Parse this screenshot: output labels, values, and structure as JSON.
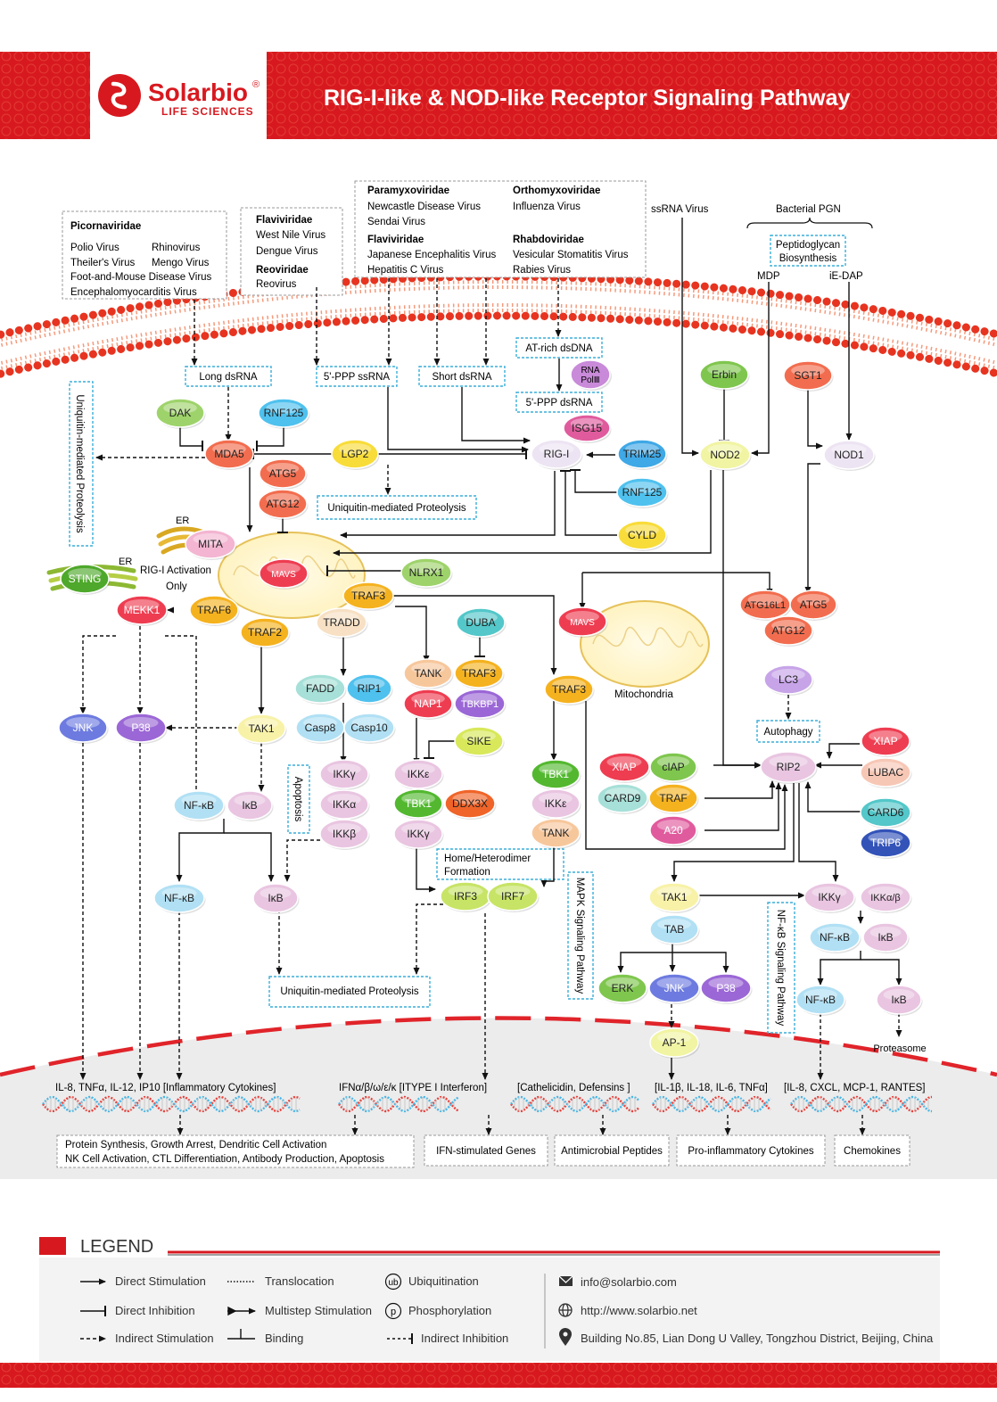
{
  "header": {
    "brand_name": "Solarbio",
    "brand_mark": "®",
    "brand_sub": "LIFE SCIENCES",
    "title": "RIG-I-like & NOD-like Receptor  Signaling Pathway"
  },
  "viruses": {
    "picorna": {
      "family": "Picornaviridae",
      "col1": [
        "Polio Virus",
        "Theiler's Virus"
      ],
      "col2": [
        "Rhinovirus",
        "Mengo Virus"
      ],
      "line3": "Foot-and-Mouse Disease Virus",
      "line4": "Encephalomyocarditis Virus"
    },
    "flavi_reo": {
      "family1": "Flaviviridae",
      "members1": [
        "West Nile Virus",
        "Dengue Virus"
      ],
      "family2": "Reoviridae",
      "members2": [
        "Reovirus"
      ]
    },
    "para_group": {
      "paramyxo": "Paramyxoviridae",
      "paramyxo_members": [
        "Newcastle Disease Virus",
        "Sendai Virus"
      ],
      "flavi": "Flaviviridae",
      "flavi_members": [
        "Japanese Encephalitis Virus",
        "Hepatitis C Virus"
      ],
      "orthomyxo": "Orthomyxoviridae",
      "orthomyxo_members": [
        "Influenza Virus"
      ],
      "rhabdo": "Rhabdoviridae",
      "rhabdo_members": [
        "Vesicular Stomatitis Virus",
        "Rabies Virus"
      ]
    },
    "ssrna": "ssRNA Virus",
    "bacterial_pgn": "Bacterial PGN",
    "pgn_biosynthesis": [
      "Peptidoglycan",
      "Biosynthesis"
    ],
    "mdp": "MDP",
    "iedap": "iE-DAP"
  },
  "ligands": {
    "long_dsrna": "Long dsRNA",
    "ppp_ssrna": "5'-PPP ssRNA",
    "short_dsrna": "Short dsRNA",
    "at_rich": "AT-rich dsDNA",
    "ppp_dsrna": "5'-PPP dsRNA"
  },
  "nodes": {
    "dak": "DAK",
    "rnf125a": "RNF125",
    "mda5": "MDA5",
    "lgp2": "LGP2",
    "rigi": "RIG-I",
    "isg15": "ISG15",
    "rnapol_1": "RNA",
    "rnapol_2": "PolⅢ",
    "trim25": "TRIM25",
    "rnf125b": "RNF125",
    "cyld": "CYLD",
    "atg5a": "ATG5",
    "atg12a": "ATG12",
    "mita": "MITA",
    "sting": "STING",
    "mavs1": "MAVS",
    "nlrx1": "NLRX1",
    "traf3a": "TRAF3",
    "traf6": "TRAF6",
    "mekk1": "MEKK1",
    "traf2": "TRAF2",
    "tradd": "TRADD",
    "fadd": "FADD",
    "rip1": "RIP1",
    "casp8": "Casp8",
    "casp10": "Casp10",
    "ikkg1": "IKKγ",
    "ikka": "IKKα",
    "ikkb": "IKKβ",
    "jnk1": "JNK",
    "p38a": "P38",
    "tak1a": "TAK1",
    "nfkb1": "NF-κB",
    "ikb1": "IκB",
    "nfkb2": "NF-κB",
    "ikb2": "IκB",
    "duba": "DUBA",
    "tank1": "TANK",
    "traf3b": "TRAF3",
    "nap1": "NAP1",
    "tbkbp1": "TBKBP1",
    "sike": "SIKE",
    "ikke1": "IKKε",
    "tbk1a": "TBK1",
    "ddx3x": "DDX3X",
    "ikkg2": "IKKγ",
    "irf3": "IRF3",
    "irf7": "IRF7",
    "mavs2": "MAVS",
    "traf3c": "TRAF3",
    "tbk1b": "TBK1",
    "ikke2": "IKKε",
    "tank2": "TANK",
    "erbin": "Erbin",
    "nod2": "NOD2",
    "sgt1": "SGT1",
    "nod1": "NOD1",
    "atg16l1": "ATG16L1",
    "atg5b": "ATG5",
    "atg12b": "ATG12",
    "lc3": "LC3",
    "xiap1": "XIAP",
    "ciap": "cIAP",
    "card9": "CARD9",
    "traf": "TRAF",
    "a20": "A20",
    "rip2": "RIP2",
    "xiap2": "XIAP",
    "lubac": "LUBAC",
    "card6": "CARD6",
    "trip6": "TRIP6",
    "tak1b": "TAK1",
    "tab": "TAB",
    "erk": "ERK",
    "jnk2": "JNK",
    "p38b": "P38",
    "ap1": "AP-1",
    "ikkg3": "IKKγ",
    "ikkab": "IKKα/β",
    "nfkb3": "NF-κB",
    "ikb3": "IκB",
    "nfkb4": "NF-κB",
    "ikb4": "IκB"
  },
  "labels": {
    "ump_vertical": "Uniquitin-mediated Proteolysis",
    "ump_center": "Uniquitin-mediated Proteolysis",
    "ump_bottom": "Uniquitin-mediated Proteolysis",
    "er1": "ER",
    "er2": "ER",
    "rig_activation_1": "RIG-I Activation",
    "rig_activation_2": "Only",
    "apoptosis": "Apoptosis",
    "home_hetero_1": "Home/Heterodimer",
    "home_hetero_2": "Formation",
    "mitochondria": "Mitochondria",
    "autophagy": "Autophagy",
    "mapk": "MAPK Signaling Pathway",
    "nfkb_pathway": "NF-κB Signaling Pathway",
    "proteasome": "Proteasome"
  },
  "genes": {
    "g1": "IL-8, TNFα, IL-12, IP10 [Inflammatory Cytokines]",
    "g2": "IFNα/β/ω/ε/κ [ITYPE I Interferon]",
    "g3": "[Cathelicidin, Defensins ]",
    "g4": "[IL-1β, IL-18, IL-6, TNFα]",
    "g5": "[IL-8, CXCL, MCP-1, RANTES]"
  },
  "outcomes": {
    "o1a": "Protein Synthesis, Growth Arrest, Dendritic Cell Activation",
    "o1b": "NK Cell Activation, CTL Differentiation, Antibody Production, Apoptosis",
    "o2": "IFN-stimulated Genes",
    "o3": "Antimicrobial Peptides",
    "o4": "Pro-inflammatory Cytokines",
    "o5": "Chemokines"
  },
  "legend": {
    "title": "LEGEND",
    "direct_stim": "Direct Stimulation",
    "direct_inhib": "Direct Inhibition",
    "indirect_stim": "Indirect Stimulation",
    "translocation": "Translocation",
    "multistep": "Multistep Stimulation",
    "binding": "Binding",
    "ub_symbol": "ub",
    "ubiquitination": "Ubiquitination",
    "p_symbol": "p",
    "phosphorylation": "Phosphorylation",
    "indirect_inhib": "Indirect Inhibition",
    "email": "info@solarbio.com",
    "web": "http://www.solarbio.net",
    "address": "Building No.85, Lian Dong U Valley, Tongzhou District, Beijing, China"
  },
  "colors": {
    "brand_red": "#d7191f",
    "box_cyan": "#3aaed8",
    "nucleus_gray": "#ececec",
    "membrane_red": "#e73420"
  }
}
